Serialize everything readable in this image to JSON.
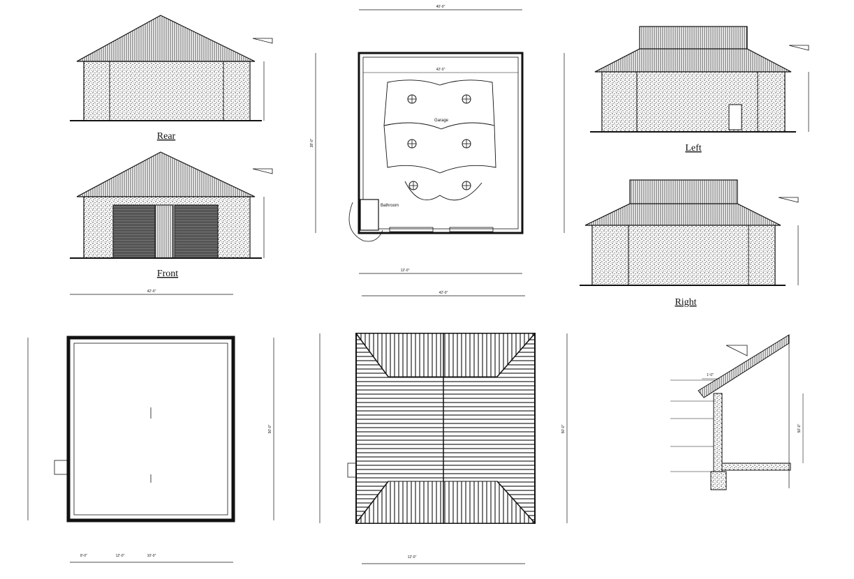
{
  "sheet": {
    "elevations": {
      "rear": "Rear",
      "front": "Front",
      "left": "Left",
      "right": "Right"
    },
    "plan": {
      "room_garage": "Garage",
      "room_bathroom": "Bathroom"
    },
    "dims": {
      "plan_top": "40'-0\"",
      "plan_inner": "42'-0\"",
      "found_top": "42'-0\"",
      "roof_top": "42'-0\"",
      "plan_side": "38'-0\"",
      "found_side": "50'-0\"",
      "roof_side": "50'-0\"",
      "bay_a": "8'-0\"",
      "bay_b": "12'-0\"",
      "bay_c": "10'-0\"",
      "detail_a": "1'-0\"",
      "detail_b": "50'-0\""
    }
  }
}
